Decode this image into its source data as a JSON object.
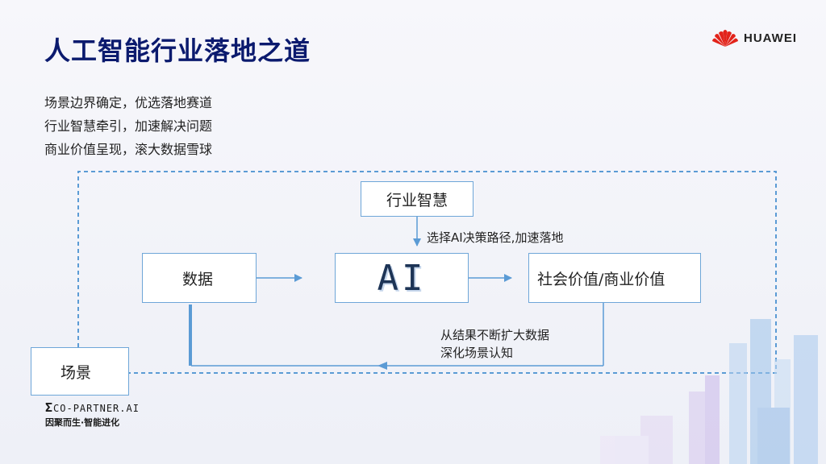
{
  "title": "人工智能行业落地之道",
  "brand": {
    "name": "HUAWEI",
    "icon": "huawei-petal-logo",
    "color": "#e2231a"
  },
  "bullets": [
    "场景边界确定，优选落地赛道",
    "行业智慧牵引，加速解决问题",
    "商业价值呈现，滚大数据雪球"
  ],
  "diagram": {
    "industry_wisdom": "行业智慧",
    "select_note": "选择AI决策路径,加速落地",
    "data": "数据",
    "ai": "AI",
    "value": "社会价值/商业价值",
    "feedback_line1": "从结果不断扩大数据",
    "feedback_line2": "深化场景认知",
    "scene": "场景",
    "colors": {
      "box_border": "#6ea6d8",
      "arrow": "#5b9bd5",
      "dashed": "#5b9bd5"
    }
  },
  "footer": {
    "eco_symbol": "Σ",
    "eco_text": "CO-PARTNER.AI",
    "eco_slogan": "因聚而生·智能进化"
  }
}
